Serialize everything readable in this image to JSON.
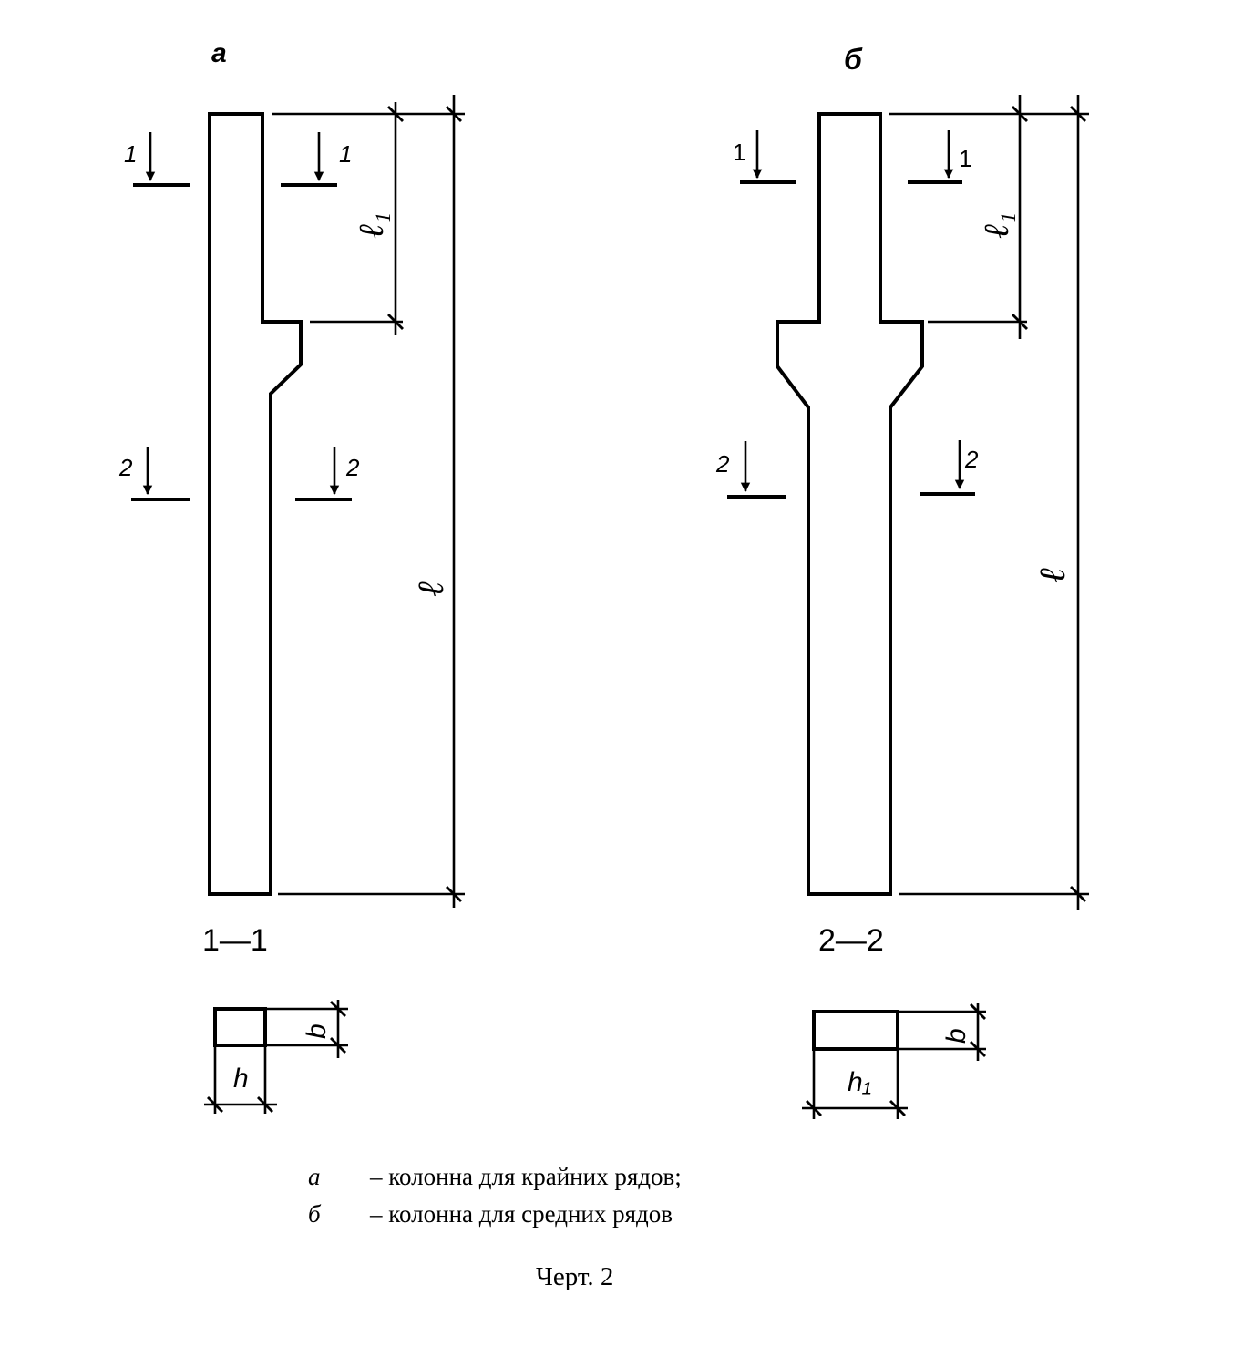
{
  "figure": {
    "variant_a_label": "а",
    "variant_b_label": "б",
    "dim_l1": "ℓ₁",
    "dim_l": "ℓ",
    "dim_b": "b",
    "dim_h": "h",
    "dim_h1": "h₁",
    "cut_1": "1",
    "cut_2": "2",
    "section_1_title": "1—1",
    "section_2_title": "2—2"
  },
  "legend": {
    "a_key": "а",
    "a_text": "– колонна для крайних рядов;",
    "b_key": "б",
    "b_text": "– колонна для средних рядов"
  },
  "caption": "Черт. 2"
}
